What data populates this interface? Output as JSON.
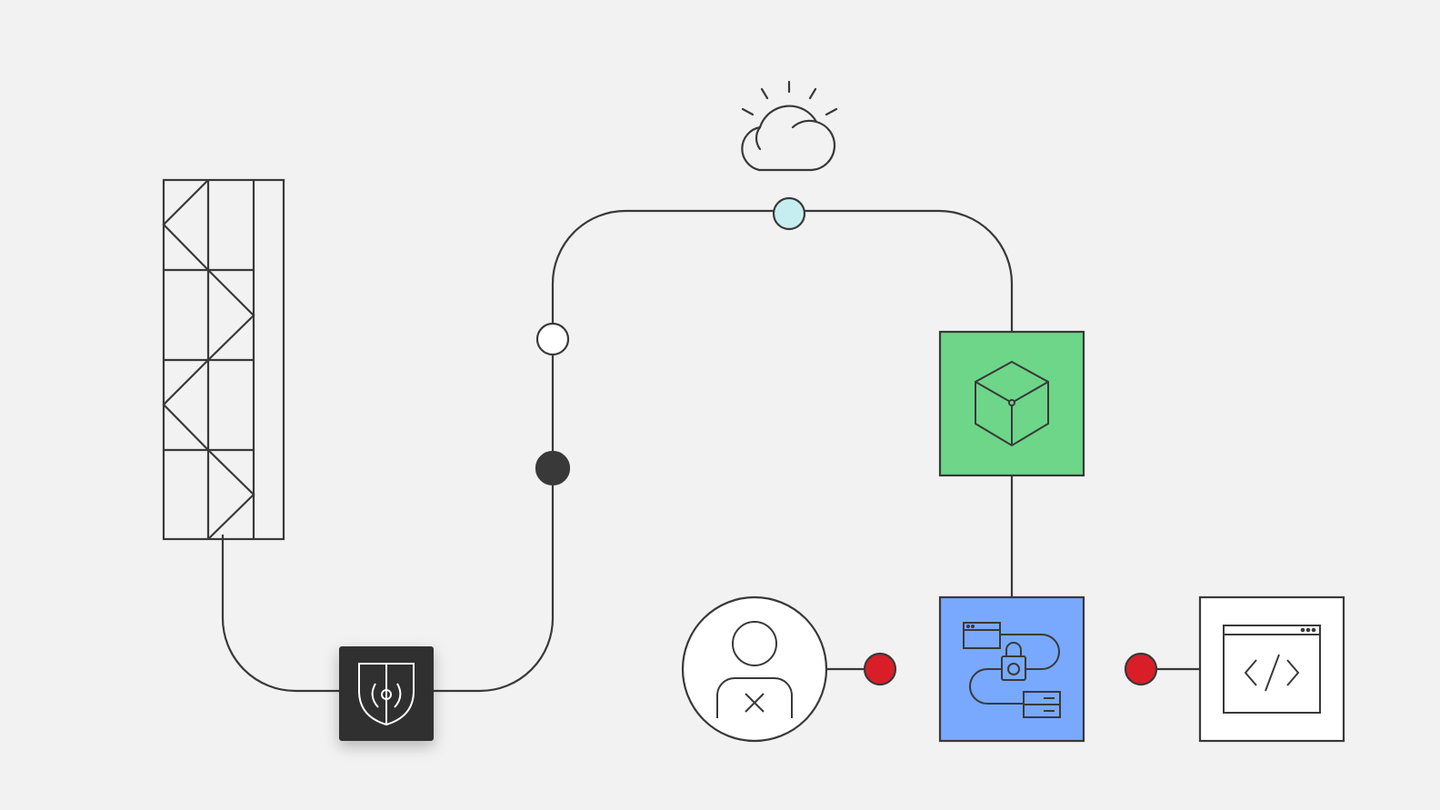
{
  "diagram": {
    "colors": {
      "background": "#f2f2f2",
      "stroke": "#393939",
      "green_node": "#6dd689",
      "blue_node": "#78a9ff",
      "dark_node": "#303030",
      "red_dot": "#da1e28",
      "cyan_dot": "#c6eef0",
      "white": "#ffffff"
    },
    "nodes": [
      {
        "id": "rack",
        "icon": "server-rack-icon"
      },
      {
        "id": "security",
        "icon": "shield-icon"
      },
      {
        "id": "cloud",
        "icon": "cloud-sun-icon"
      },
      {
        "id": "container",
        "icon": "cube-icon"
      },
      {
        "id": "secure-data-transfer",
        "icon": "secure-connection-icon"
      },
      {
        "id": "blocked-user",
        "icon": "user-x-icon"
      },
      {
        "id": "code-app",
        "icon": "code-browser-icon"
      }
    ],
    "connection_points": [
      {
        "id": "cloud-junction",
        "style": "light-cyan"
      },
      {
        "id": "open-point",
        "style": "hollow"
      },
      {
        "id": "filled-point",
        "style": "filled"
      },
      {
        "id": "user-blocked-point",
        "style": "red"
      },
      {
        "id": "app-blocked-point",
        "style": "red"
      }
    ]
  }
}
